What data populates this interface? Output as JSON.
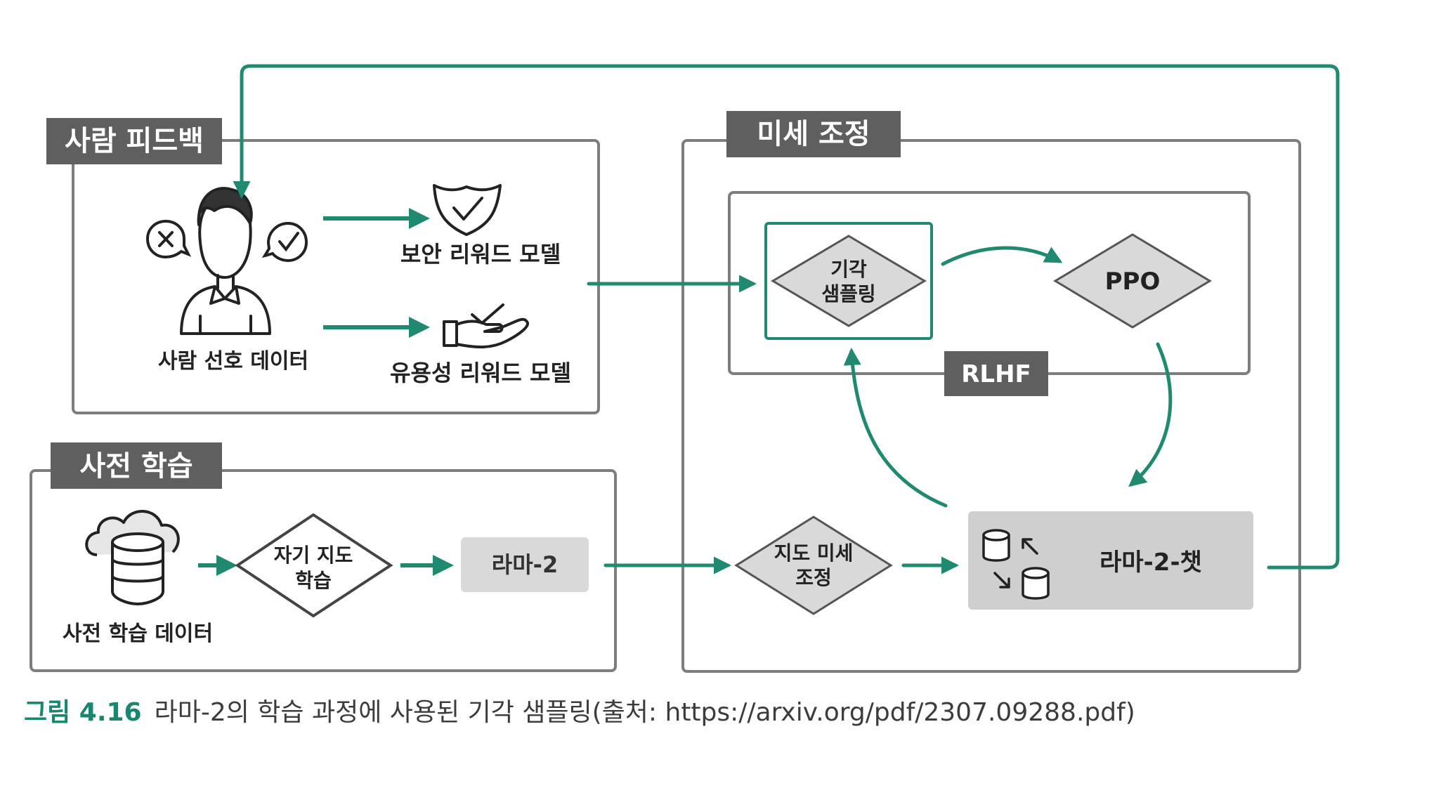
{
  "sections": {
    "human_feedback": {
      "title": "사람 피드백",
      "preference_data": "사람 선호 데이터",
      "safety_model": "보안 리워드 모델",
      "helpful_model": "유용성 리워드 모델"
    },
    "pretraining": {
      "title": "사전 학습",
      "data": "사전 학습 데이터",
      "self_supervised_line1": "자기 지도",
      "self_supervised_line2": "학습",
      "model": "라마-2"
    },
    "finetuning": {
      "title": "미세 조정",
      "rlhf": "RLHF",
      "rejection_line1": "기각",
      "rejection_line2": "샘플링",
      "ppo": "PPO",
      "sft_line1": "지도 미세",
      "sft_line2": "조정",
      "chat_model": "라마-2-챗"
    }
  },
  "caption": {
    "label": "그림 4.16",
    "text": "라마-2의 학습 과정에 사용된 기각 샘플링(출처: https://arxiv.org/pdf/2307.09288.pdf)"
  },
  "colors": {
    "arrow": "#1f8a70",
    "box_border": "#7d7d7d",
    "title_bg": "#5f5f5f",
    "node_fill": "#d9d9d9",
    "chat_fill": "#cfcfcf",
    "caption_label": "#19876f"
  }
}
